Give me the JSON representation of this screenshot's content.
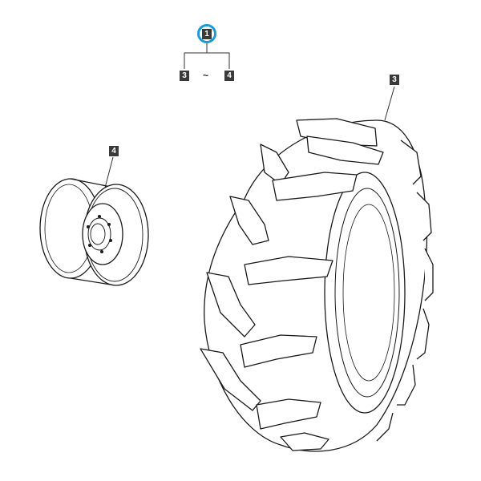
{
  "callouts": {
    "assembly": "1",
    "range_from": "3",
    "range_sep": "~",
    "range_to": "4",
    "tire": "3",
    "rim": "4"
  },
  "colors": {
    "highlight": "#1a9bd7",
    "tag_fill": "#3a3a3a",
    "line": "#1a1a1a"
  }
}
